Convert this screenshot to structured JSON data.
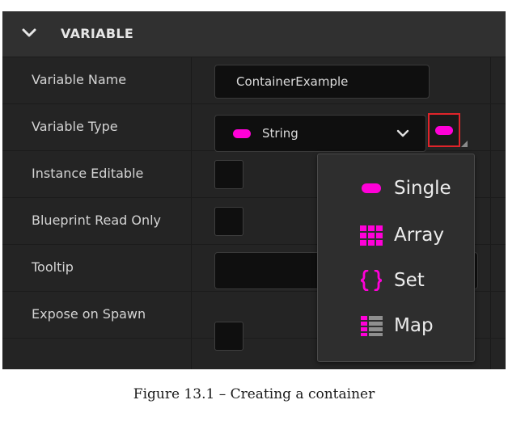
{
  "section": {
    "title": "VARIABLE"
  },
  "rows": [
    {
      "label": "Variable Name"
    },
    {
      "label": "Variable Type"
    },
    {
      "label": "Instance Editable"
    },
    {
      "label": "Blueprint Read Only"
    },
    {
      "label": "Tooltip"
    },
    {
      "label": "Expose on Spawn"
    }
  ],
  "fields": {
    "variable_name": "ContainerExample",
    "variable_type": "String",
    "tooltip": ""
  },
  "container_menu": {
    "items": [
      {
        "label": "Single",
        "icon": "single-pill-icon"
      },
      {
        "label": "Array",
        "icon": "array-grid-icon"
      },
      {
        "label": "Set",
        "icon": "set-braces-icon"
      },
      {
        "label": "Map",
        "icon": "map-list-icon"
      }
    ]
  },
  "colors": {
    "string_type": "#ff00d8",
    "highlight_box": "#e0242a"
  },
  "caption": "Figure 13.1 – Creating a container"
}
